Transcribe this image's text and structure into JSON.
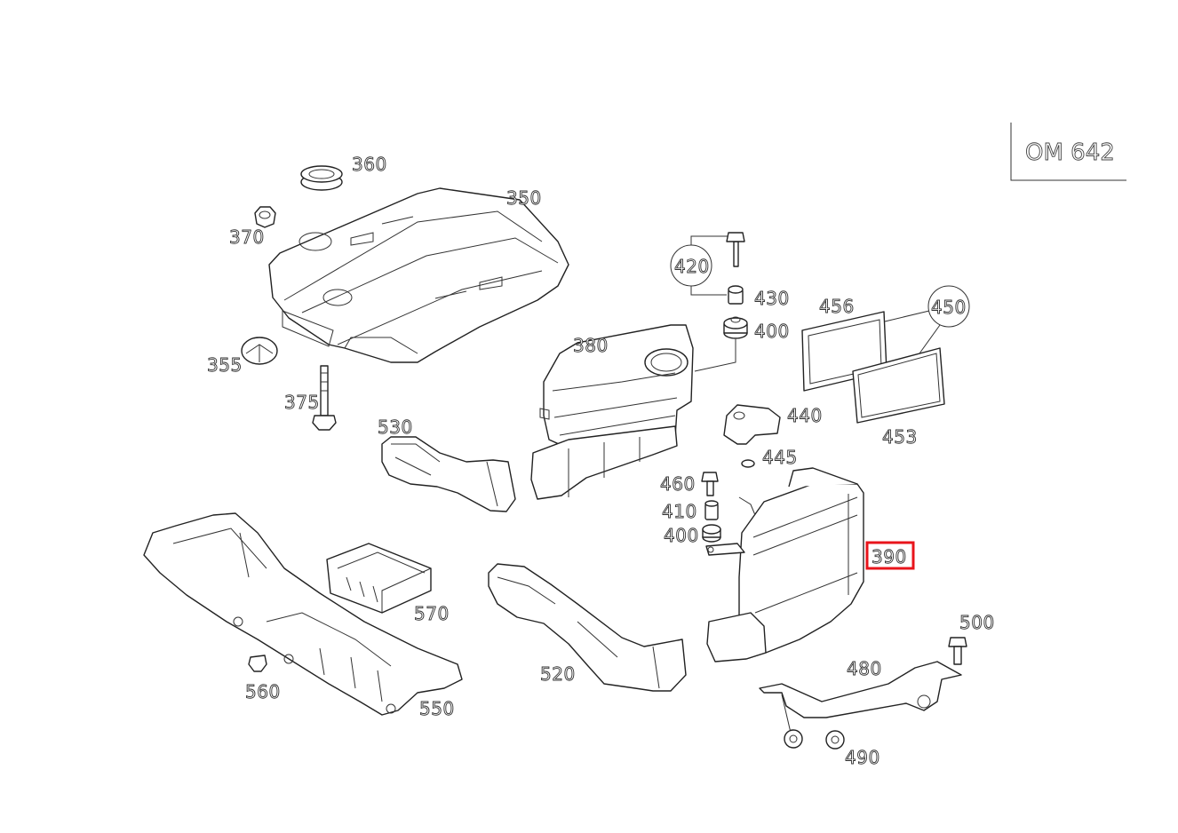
{
  "engine_code": "OM 642",
  "highlighted_part": "390",
  "parts": {
    "p350": "350",
    "p355": "355",
    "p360": "360",
    "p370": "370",
    "p375": "375",
    "p380": "380",
    "p390": "390",
    "p400a": "400",
    "p400b": "400",
    "p410": "410",
    "p420": "420",
    "p430": "430",
    "p440": "440",
    "p445": "445",
    "p450": "450",
    "p453": "453",
    "p456": "456",
    "p460": "460",
    "p480": "480",
    "p490": "490",
    "p500": "500",
    "p520": "520",
    "p530": "530",
    "p550": "550",
    "p560": "560",
    "p570": "570"
  },
  "colors": {
    "highlight": "#e8141b",
    "line": "#222222"
  }
}
